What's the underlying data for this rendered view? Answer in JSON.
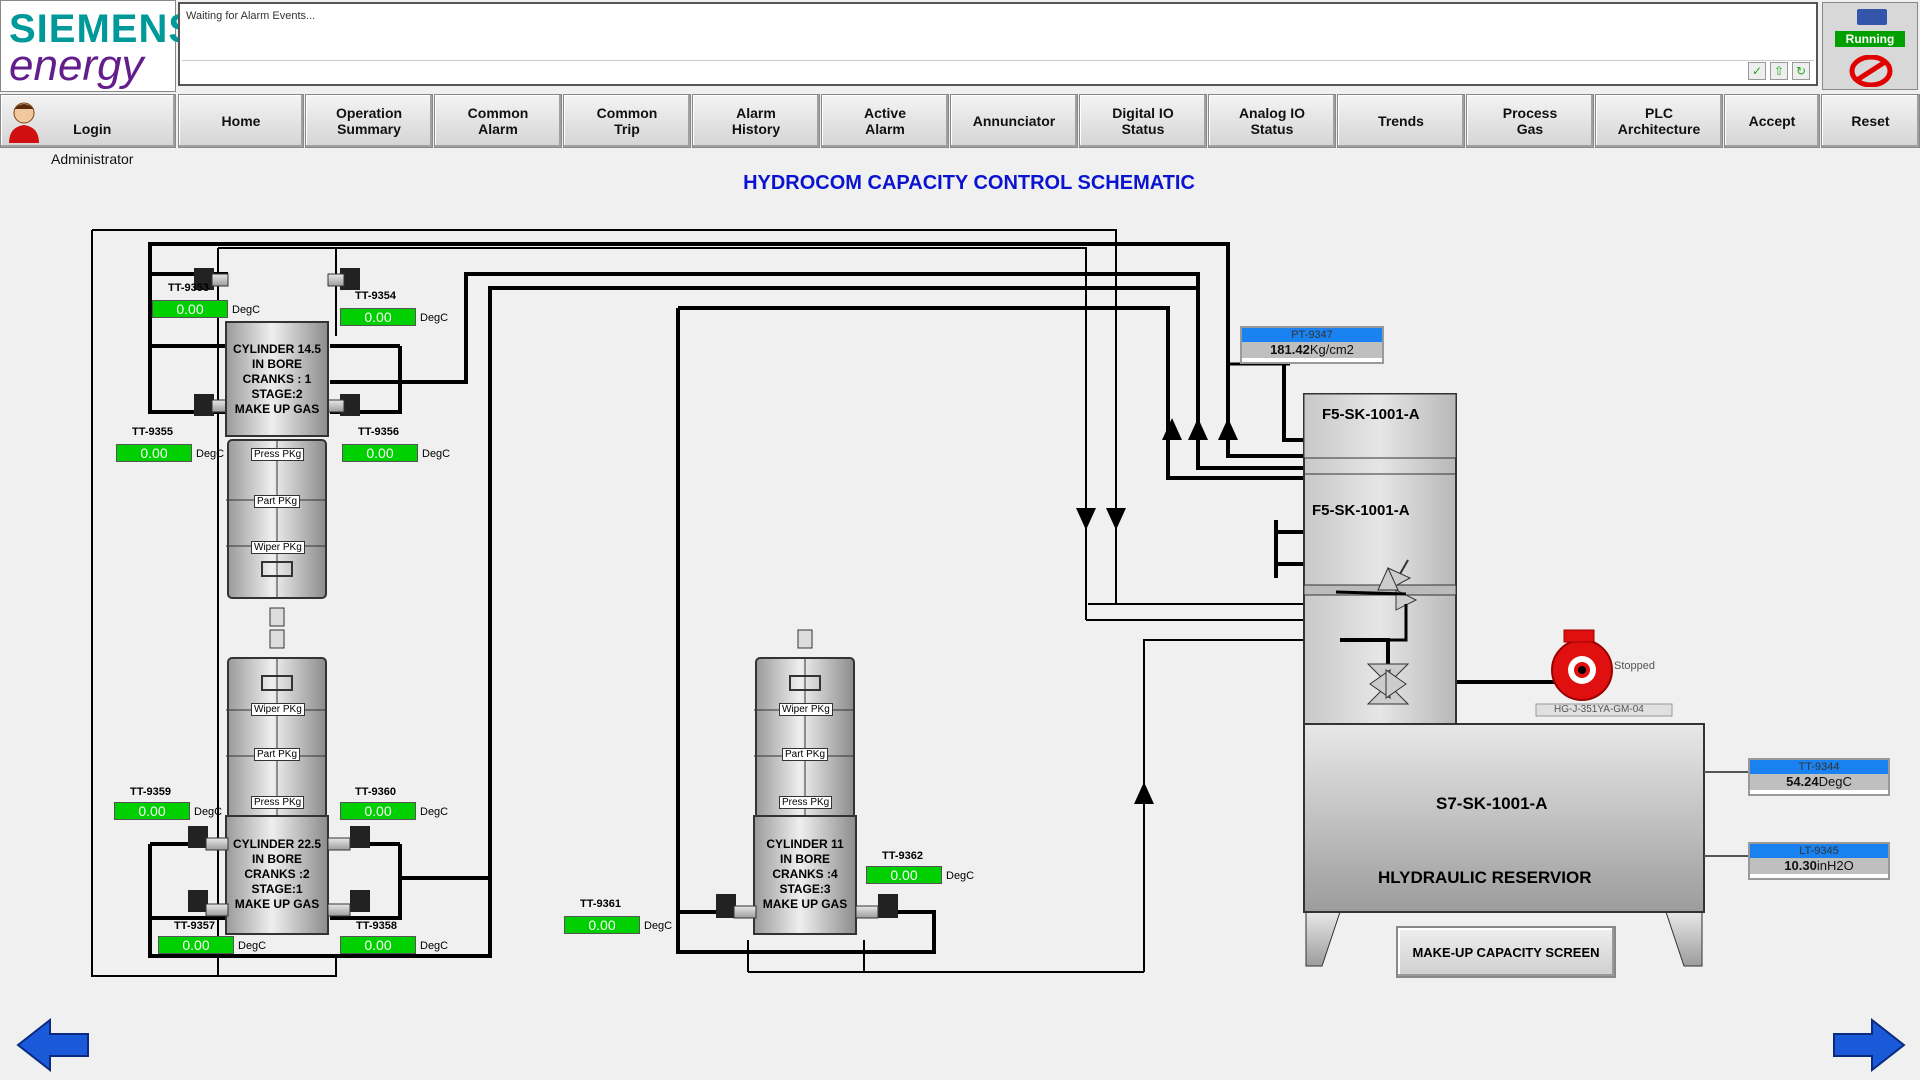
{
  "header": {
    "logo_line1": "SIEMENS",
    "logo_line2": "energy",
    "alarm_message": "Waiting for Alarm Events...",
    "status": "Running"
  },
  "login": {
    "line1": "Login",
    "line2": "Administrator"
  },
  "nav": [
    {
      "label": "Home"
    },
    {
      "label": "Operation\nSummary"
    },
    {
      "label": "Common\nAlarm"
    },
    {
      "label": "Common\nTrip"
    },
    {
      "label": "Alarm\nHistory"
    },
    {
      "label": "Active\nAlarm"
    },
    {
      "label": "Annunciator"
    },
    {
      "label": "Digital IO\nStatus"
    },
    {
      "label": "Analog IO\nStatus"
    },
    {
      "label": "Trends"
    },
    {
      "label": "Process\nGas"
    },
    {
      "label": "PLC\nArchitecture"
    },
    {
      "label": "Accept"
    },
    {
      "label": "Reset"
    }
  ],
  "title": "HYDROCOM CAPACITY CONTROL SCHEMATIC",
  "temps": [
    {
      "tag": "TT-9353",
      "value": "0.00",
      "unit": "DegC"
    },
    {
      "tag": "TT-9354",
      "value": "0.00",
      "unit": "DegC"
    },
    {
      "tag": "TT-9355",
      "value": "0.00",
      "unit": "DegC"
    },
    {
      "tag": "TT-9356",
      "value": "0.00",
      "unit": "DegC"
    },
    {
      "tag": "TT-9359",
      "value": "0.00",
      "unit": "DegC"
    },
    {
      "tag": "TT-9360",
      "value": "0.00",
      "unit": "DegC"
    },
    {
      "tag": "TT-9357",
      "value": "0.00",
      "unit": "DegC"
    },
    {
      "tag": "TT-9358",
      "value": "0.00",
      "unit": "DegC"
    },
    {
      "tag": "TT-9361",
      "value": "0.00",
      "unit": "DegC"
    },
    {
      "tag": "TT-9362",
      "value": "0.00",
      "unit": "DegC"
    }
  ],
  "cylinders": [
    {
      "label": "CYLINDER 14.5\nIN BORE\nCRANKS : 1\nSTAGE:2\nMAKE UP GAS"
    },
    {
      "label": "CYLINDER 22.5\nIN BORE\nCRANKS :2\nSTAGE:1\nMAKE UP GAS"
    },
    {
      "label": "CYLINDER 11\nIN BORE\nCRANKS :4\nSTAGE:3\nMAKE UP GAS"
    }
  ],
  "packings": {
    "press": "Press PKg",
    "part": "Part PKg",
    "wiper": "Wiper PKg"
  },
  "pt": {
    "tag": "PT-9347",
    "value": "181.42",
    "unit": "Kg/cm2"
  },
  "skid": {
    "name1": "F5-SK-1001-A",
    "name2": "F5-SK-1001-A"
  },
  "pump": {
    "status": "Stopped",
    "tag": "HG-J-351YA-GM-04"
  },
  "reservoir": {
    "tag": "S7-SK-1001-A",
    "name": "HLYDRAULIC RESERVIOR"
  },
  "tt9344": {
    "tag": "TT-9344",
    "value": "54.24",
    "unit": "DegC"
  },
  "lt9345": {
    "tag": "LT-9345",
    "value": "10.30",
    "unit": "inH2O"
  },
  "makeup_button": "MAKE-UP CAPACITY SCREEN",
  "colors": {
    "title": "#0a14d0",
    "value_bg": "#00d000",
    "tag_header": "#1a82f0",
    "pump": "#e01010"
  }
}
